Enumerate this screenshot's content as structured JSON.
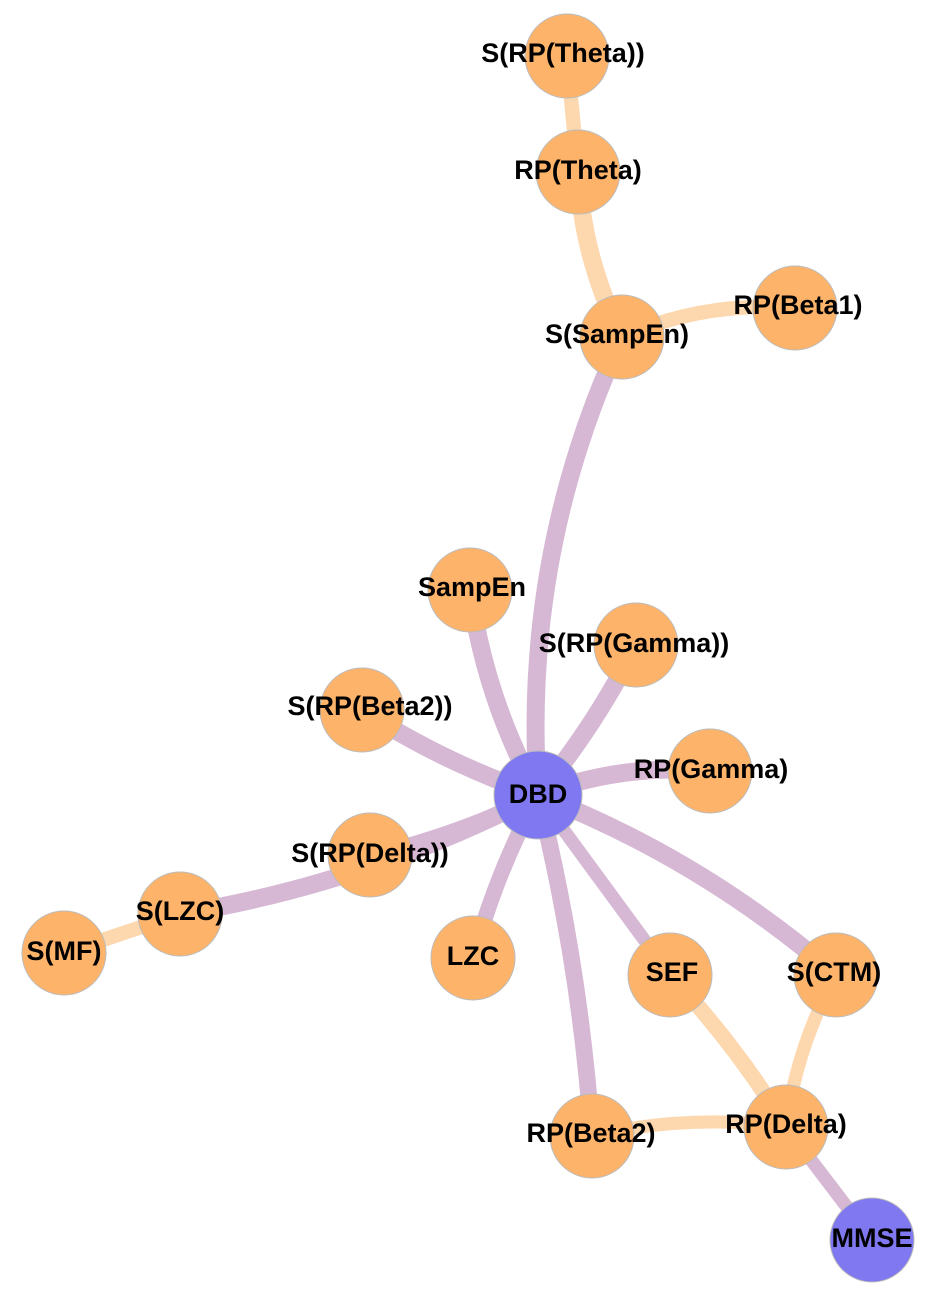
{
  "colors": {
    "feature_node": "#FDB46A",
    "outcome_node": "#7F78F0",
    "edge_purple": "#D6B8D4",
    "edge_orange": "#FDD7AE"
  },
  "nodes": [
    {
      "id": "SRPTheta",
      "label": "S(RP(Theta))",
      "kind": "feature"
    },
    {
      "id": "RPTheta",
      "label": "RP(Theta)",
      "kind": "feature"
    },
    {
      "id": "SSampEn",
      "label": "S(SampEn)",
      "kind": "feature"
    },
    {
      "id": "RPBeta1",
      "label": "RP(Beta1)",
      "kind": "feature"
    },
    {
      "id": "SampEn",
      "label": "SampEn",
      "kind": "feature"
    },
    {
      "id": "SRPGamma",
      "label": "S(RP(Gamma))",
      "kind": "feature"
    },
    {
      "id": "SRPBeta2",
      "label": "S(RP(Beta2))",
      "kind": "feature"
    },
    {
      "id": "RPGamma",
      "label": "RP(Gamma)",
      "kind": "feature"
    },
    {
      "id": "DBD",
      "label": "DBD",
      "kind": "outcome"
    },
    {
      "id": "SRPDelta",
      "label": "S(RP(Delta))",
      "kind": "feature"
    },
    {
      "id": "SLZC",
      "label": "S(LZC)",
      "kind": "feature"
    },
    {
      "id": "SMF",
      "label": "S(MF)",
      "kind": "feature"
    },
    {
      "id": "LZC",
      "label": "LZC",
      "kind": "feature"
    },
    {
      "id": "SEF",
      "label": "SEF",
      "kind": "feature"
    },
    {
      "id": "SCTM",
      "label": "S(CTM)",
      "kind": "feature"
    },
    {
      "id": "RPBeta2",
      "label": "RP(Beta2)",
      "kind": "feature"
    },
    {
      "id": "RPDelta",
      "label": "RP(Delta)",
      "kind": "feature"
    },
    {
      "id": "MMSE",
      "label": "MMSE",
      "kind": "outcome"
    }
  ],
  "edges": [
    {
      "source": "SRPTheta",
      "target": "RPTheta",
      "color": "orange",
      "strength": 0.7
    },
    {
      "source": "RPTheta",
      "target": "SSampEn",
      "color": "orange",
      "strength": 1.0
    },
    {
      "source": "SSampEn",
      "target": "RPBeta1",
      "color": "orange",
      "strength": 0.7
    },
    {
      "source": "SSampEn",
      "target": "DBD",
      "color": "purple",
      "strength": 1.0
    },
    {
      "source": "SampEn",
      "target": "DBD",
      "color": "purple",
      "strength": 1.0
    },
    {
      "source": "SRPGamma",
      "target": "DBD",
      "color": "purple",
      "strength": 1.0
    },
    {
      "source": "SRPBeta2",
      "target": "DBD",
      "color": "purple",
      "strength": 1.0
    },
    {
      "source": "RPGamma",
      "target": "DBD",
      "color": "purple",
      "strength": 1.0
    },
    {
      "source": "SRPDelta",
      "target": "DBD",
      "color": "purple",
      "strength": 0.7
    },
    {
      "source": "SLZC",
      "target": "DBD",
      "color": "purple",
      "strength": 1.0
    },
    {
      "source": "SMF",
      "target": "SLZC",
      "color": "orange",
      "strength": 0.7
    },
    {
      "source": "LZC",
      "target": "DBD",
      "color": "purple",
      "strength": 0.8
    },
    {
      "source": "SEF",
      "target": "DBD",
      "color": "purple",
      "strength": 0.6
    },
    {
      "source": "SCTM",
      "target": "DBD",
      "color": "purple",
      "strength": 1.0
    },
    {
      "source": "RPBeta2",
      "target": "DBD",
      "color": "purple",
      "strength": 0.9
    },
    {
      "source": "SEF",
      "target": "RPDelta",
      "color": "orange",
      "strength": 0.8
    },
    {
      "source": "SCTM",
      "target": "RPDelta",
      "color": "orange",
      "strength": 0.6
    },
    {
      "source": "RPBeta2",
      "target": "RPDelta",
      "color": "orange",
      "strength": 0.6
    },
    {
      "source": "RPDelta",
      "target": "MMSE",
      "color": "purple",
      "strength": 0.6
    }
  ]
}
